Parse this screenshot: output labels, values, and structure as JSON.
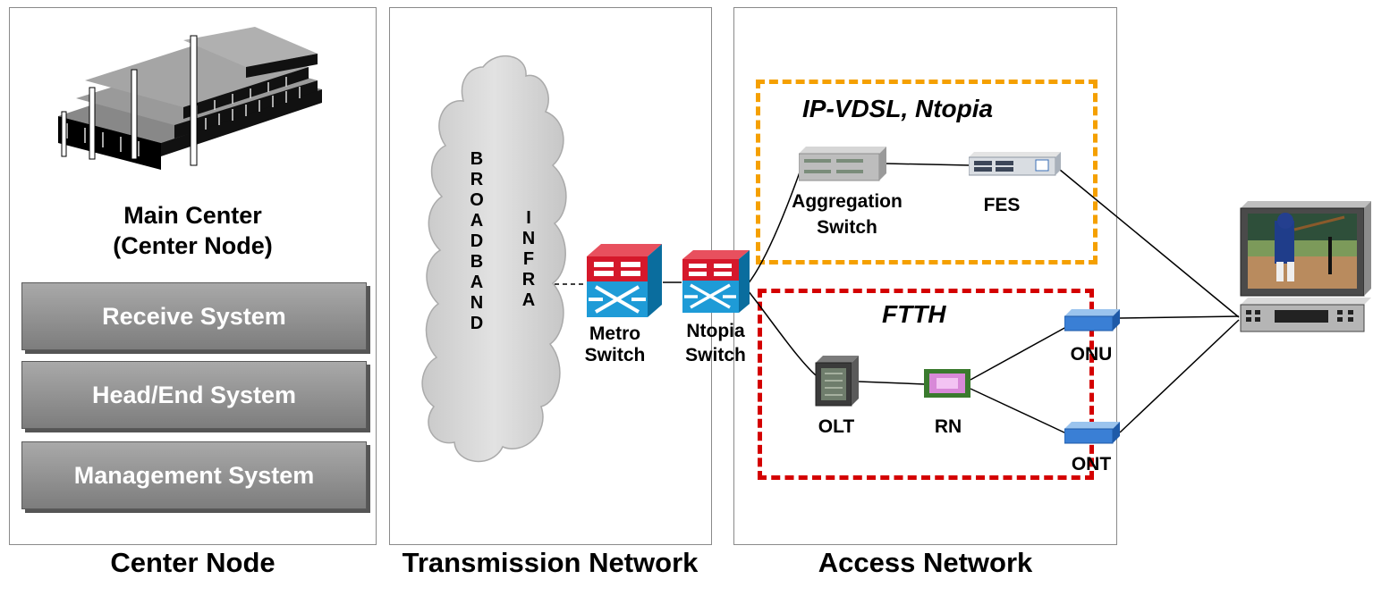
{
  "center_node": {
    "title_line1": "Main Center",
    "title_line2": "(Center Node)",
    "systems": [
      "Receive System",
      "Head/End System",
      "Management System"
    ],
    "caption": "Center Node"
  },
  "transmission": {
    "cloud_word1": "BROADBAND",
    "cloud_word2": "INFRA",
    "metro_label_1": "Metro",
    "metro_label_2": "Switch",
    "ntopia_label_1": "Ntopia",
    "ntopia_label_2": "Switch",
    "caption": "Transmission Network"
  },
  "access": {
    "vdsl_title": "IP-VDSL, Ntopia",
    "aggregation_1": "Aggregation",
    "aggregation_2": "Switch",
    "fes": "FES",
    "ftth_title": "FTTH",
    "olt": "OLT",
    "rn": "RN",
    "onu": "ONU",
    "ont": "ONT",
    "caption": "Access Network"
  },
  "colors": {
    "vdsl_dash": "#f5a000",
    "ftth_dash": "#d40000",
    "switch_red": "#d5182b",
    "switch_blue": "#1e9bd7"
  }
}
